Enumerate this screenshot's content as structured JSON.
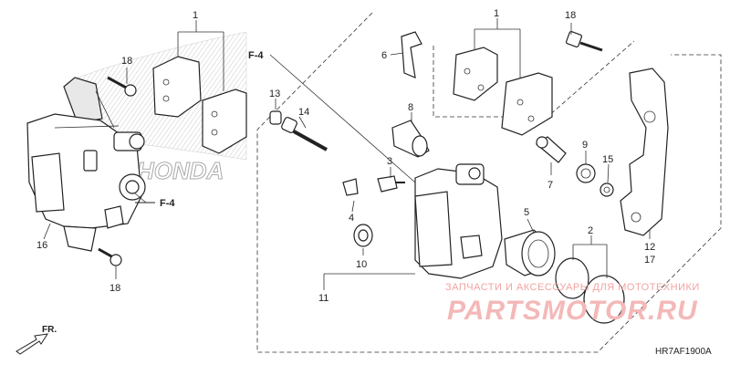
{
  "labels": {
    "p1a": "1",
    "p1b": "1",
    "p18a": "18",
    "p18b": "18",
    "p18c": "18",
    "p6": "6",
    "p8": "8",
    "p13": "13",
    "p14": "14",
    "p3": "3",
    "p4": "4",
    "p10": "10",
    "p11": "11",
    "p5": "5",
    "p2": "2",
    "p7": "7",
    "p9": "9",
    "p15": "15",
    "p12": "12",
    "p17": "17",
    "p16": "16"
  },
  "refs": {
    "f4_top": "F-4",
    "f4_left": "F-4"
  },
  "watermark": {
    "line1": "ЗАПЧАСТИ И АКСЕССУАРЫ ДЛЯ МОТОТЕХНИКИ",
    "line2": "PARTSMOTOR.RU"
  },
  "logo_text": "HONDA",
  "front_label": "FR.",
  "diagram_code": "HR7AF1900A"
}
